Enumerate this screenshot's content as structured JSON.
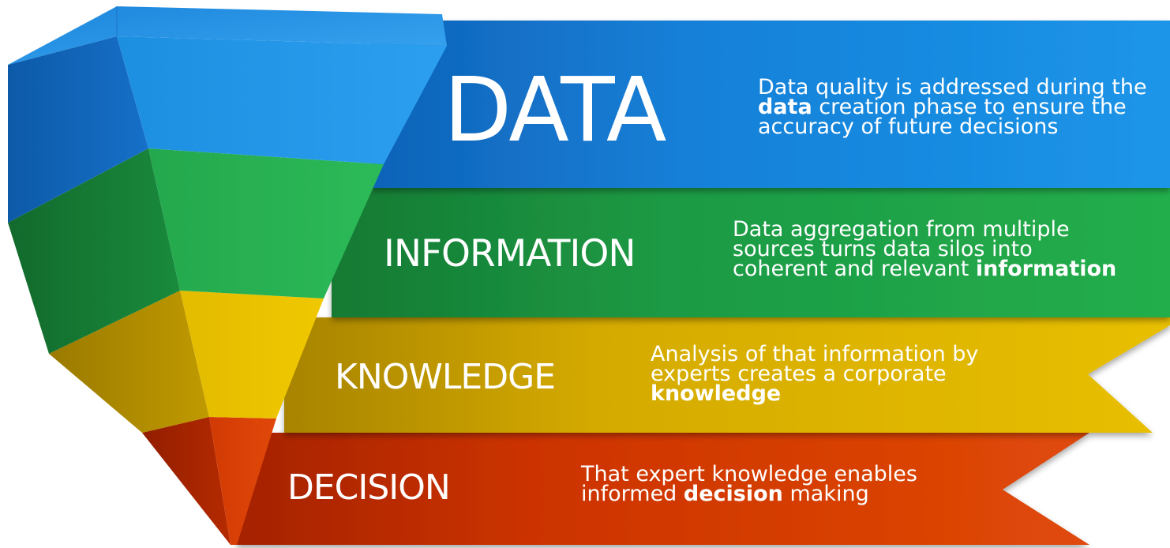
{
  "stages": [
    {
      "id": "data",
      "title": "DATA",
      "color": "#1a8be0",
      "description": [
        [
          {
            "text": "Data quality is addressed during the",
            "bold": false
          }
        ],
        [
          {
            "text": "data",
            "bold": true
          },
          {
            "text": " creation phase to ensure the",
            "bold": false
          }
        ],
        [
          {
            "text": "accuracy of future decisions",
            "bold": false
          }
        ]
      ]
    },
    {
      "id": "information",
      "title": "INFORMATION",
      "color": "#1fa84a",
      "description": [
        [
          {
            "text": "Data aggregation from multiple",
            "bold": false
          }
        ],
        [
          {
            "text": "sources turns data silos into",
            "bold": false
          }
        ],
        [
          {
            "text": "coherent and relevant ",
            "bold": false
          },
          {
            "text": "information",
            "bold": true
          }
        ]
      ]
    },
    {
      "id": "knowledge",
      "title": "KNOWLEDGE",
      "color": "#e0b400",
      "description": [
        [
          {
            "text": "Analysis of that information by",
            "bold": false
          }
        ],
        [
          {
            "text": "experts creates a corporate",
            "bold": false
          }
        ],
        [
          {
            "text": "knowledge",
            "bold": true
          }
        ]
      ]
    },
    {
      "id": "decision",
      "title": "DECISION",
      "color": "#d63a0a",
      "description": [
        [
          {
            "text": "That expert knowledge enables",
            "bold": false
          }
        ],
        [
          {
            "text": "informed ",
            "bold": false
          },
          {
            "text": "decision",
            "bold": true
          },
          {
            "text": " making",
            "bold": false
          }
        ]
      ]
    }
  ]
}
